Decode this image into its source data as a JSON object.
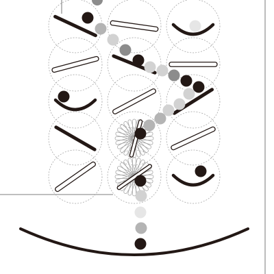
{
  "colors": {
    "background": "#ffffff",
    "ink": "#231815",
    "ghost_dark": "#8c8c8c",
    "ghost_mid": "#b4b4b4",
    "ghost_light": "#d2d2d2",
    "ghost_faint": "#e6e6e6",
    "circle_outline": "#9a9a9a",
    "frame_line": "#555555"
  },
  "grid": {
    "columns": 3,
    "rows": 5
  },
  "cells": [
    {
      "row": 0,
      "col": 0,
      "element": "bar",
      "angle": 25,
      "style": "solid"
    },
    {
      "row": 0,
      "col": 1,
      "element": "bar",
      "angle": 8,
      "style": "outline"
    },
    {
      "row": 0,
      "col": 2,
      "element": "cup",
      "angle": 0,
      "style": "solid"
    },
    {
      "row": 1,
      "col": 0,
      "element": "bar",
      "angle": -15,
      "style": "outline"
    },
    {
      "row": 1,
      "col": 1,
      "element": "bar",
      "angle": 22,
      "style": "solid"
    },
    {
      "row": 1,
      "col": 2,
      "element": "bar",
      "angle": 0,
      "style": "outline"
    },
    {
      "row": 2,
      "col": 0,
      "element": "cup",
      "angle": 0,
      "style": "solid"
    },
    {
      "row": 2,
      "col": 1,
      "element": "bar",
      "angle": -28,
      "style": "outline"
    },
    {
      "row": 2,
      "col": 2,
      "element": "bar",
      "angle": -32,
      "style": "solid"
    },
    {
      "row": 3,
      "col": 0,
      "element": "bar",
      "angle": 30,
      "style": "solid"
    },
    {
      "row": 3,
      "col": 1,
      "element": "fan",
      "angle": 0,
      "style": "outline"
    },
    {
      "row": 3,
      "col": 2,
      "element": "bar",
      "angle": -25,
      "style": "outline"
    },
    {
      "row": 4,
      "col": 0,
      "element": "bar",
      "angle": -35,
      "style": "outline"
    },
    {
      "row": 4,
      "col": 1,
      "element": "fan",
      "angle": 0,
      "style": "outline"
    },
    {
      "row": 4,
      "col": 2,
      "element": "cup",
      "angle": 0,
      "style": "solid"
    }
  ],
  "balls": [
    {
      "tone": "ghost_dark"
    },
    {
      "tone": "ink"
    },
    {
      "tone": "ghost_mid"
    },
    {
      "tone": "ghost_light"
    },
    {
      "tone": "ghost_dark"
    },
    {
      "tone": "ink"
    },
    {
      "tone": "ghost_light"
    },
    {
      "tone": "ghost_light"
    },
    {
      "tone": "ghost_dark"
    },
    {
      "tone": "ink"
    },
    {
      "tone": "ghost_light"
    },
    {
      "tone": "ghost_light"
    },
    {
      "tone": "ghost_light"
    },
    {
      "tone": "ghost_mid"
    },
    {
      "tone": "ink"
    },
    {
      "tone": "ink"
    },
    {
      "tone": "ghost_mid"
    },
    {
      "tone": "ghost_light"
    },
    {
      "tone": "ghost_mid"
    },
    {
      "tone": "ink"
    },
    {
      "tone": "ink"
    },
    {
      "tone": "ghost_faint"
    },
    {
      "tone": "ink"
    }
  ],
  "fans": {
    "blades": 12
  }
}
